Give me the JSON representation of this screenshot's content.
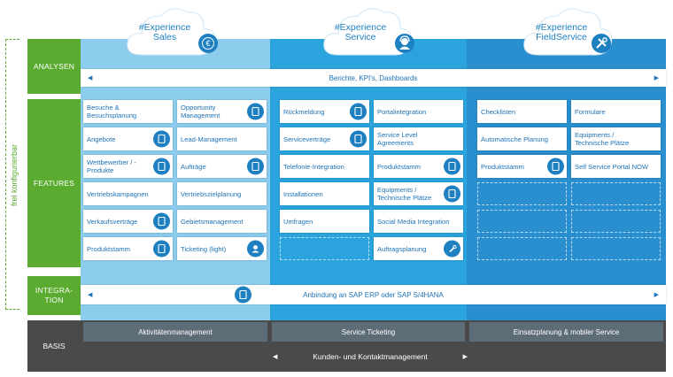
{
  "side_label": "frei konfigurierbar",
  "clouds": [
    {
      "line1": "#Experience",
      "line2": "Sales",
      "icon": "euro-icon"
    },
    {
      "line1": "#Experience",
      "line2": "Service",
      "icon": "headset-agent-icon"
    },
    {
      "line1": "#Experience",
      "line2": "FieldService",
      "icon": "tools-icon"
    }
  ],
  "rows": {
    "analysen": "ANALYSEN",
    "features": "FEATURES",
    "integration": "INTEGRA-\nTION",
    "basis": "BASIS"
  },
  "analysen_bar": "Berichte, KPI's, Dashboards",
  "integration_bar": "Anbindung an SAP ERP oder SAP S/4HANA",
  "sales_cards": [
    [
      "Besuche & Besuchsplanung",
      "Opportunity Management"
    ],
    [
      "Angebote",
      "Lead-Management"
    ],
    [
      "Wettbewerber / -Produkte",
      "Aufträge"
    ],
    [
      "Vertriebskampagnen",
      "Vertriebszielplanung"
    ],
    [
      "Verkaufsverträge",
      "Gebietsmanagement"
    ],
    [
      "Produktstamm",
      "Ticketing (light)"
    ]
  ],
  "service_cards": [
    [
      "Rückmeldung",
      "Portalintegration"
    ],
    [
      "Serviceverträge",
      "Service Level Agreements"
    ],
    [
      "Telefonie-Integration",
      "Produktstamm"
    ],
    [
      "Installationen",
      "Equipments / Technische Plätze"
    ],
    [
      "Umfragen",
      "Social Media Integration"
    ],
    [
      "",
      "Auftragsplanung"
    ]
  ],
  "field_cards": [
    [
      "Checklisten",
      "Formulare"
    ],
    [
      "Automatische Planung",
      "Equipments / Technische Plätze"
    ],
    [
      "Produktstamm",
      "Self Service Portal NOW"
    ]
  ],
  "basis_boxes": [
    "Aktivitätenmanagement",
    "Service Ticketing",
    "Einsatzplanung & mobiler Service"
  ],
  "basis_bar": "Kunden- und Kontaktmanagement",
  "colors": {
    "green": "#5aab2f",
    "sales": "#8ccdee",
    "service": "#2ba4de",
    "field": "#2a8fcf",
    "dark": "#4a4a4a",
    "text": "#1e73b8"
  }
}
